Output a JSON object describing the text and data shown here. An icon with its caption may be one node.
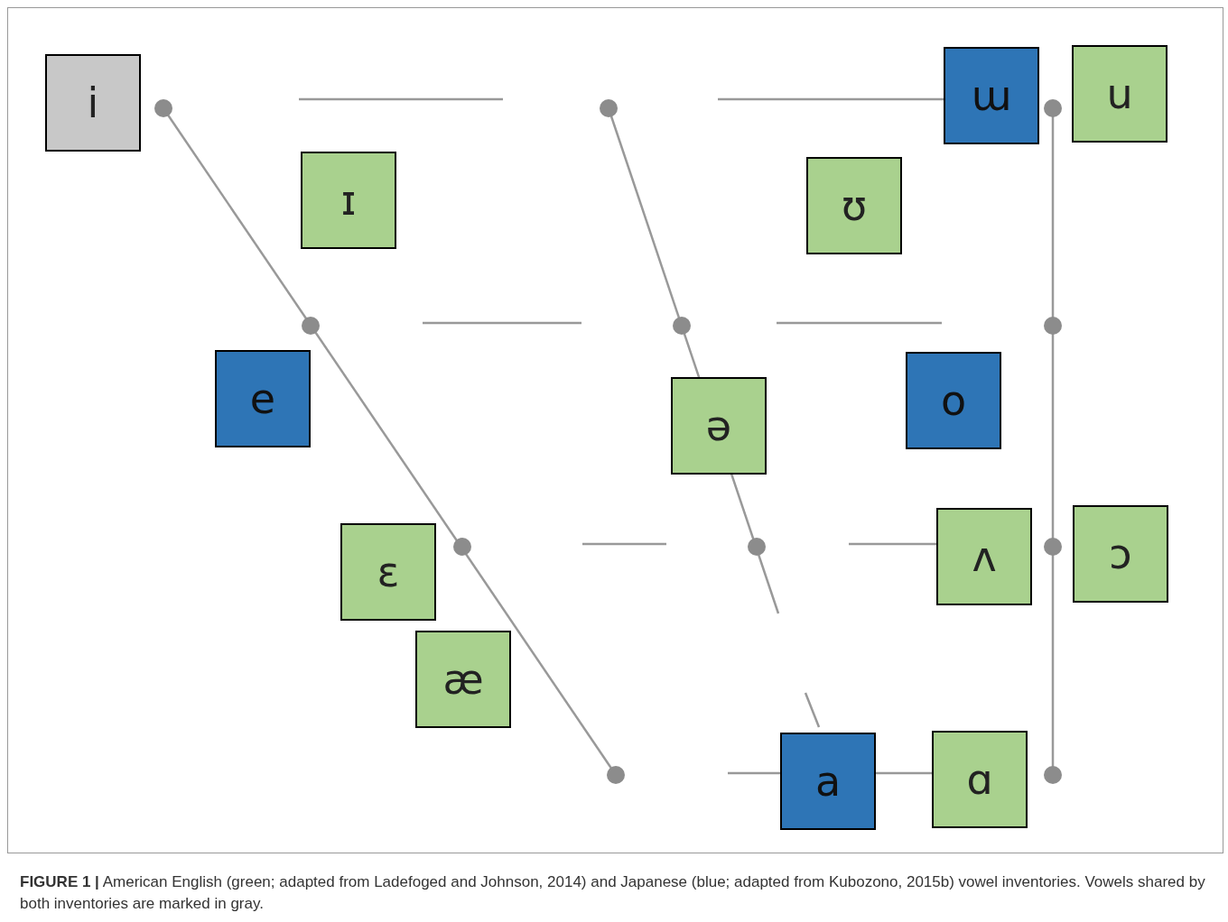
{
  "diagram": {
    "caption": "**FIGURE 1 |** American English (green; adapted from Ladefoged and Johnson, 2014) and Japanese (blue; adapted from Kubozono, 2015b) vowel inventories. Vowels shared by both inventories are marked in gray.",
    "nodes": [
      {
        "text": [
          "i"
        ]
      },
      {
        "text": [
          "ɪ"
        ]
      },
      {
        "text": [
          "ʊ"
        ]
      },
      {
        "text": [
          "ɯ"
        ]
      },
      {
        "text": [
          "u"
        ]
      },
      {
        "text": [
          "e"
        ]
      },
      {
        "text": [
          "ə"
        ]
      },
      {
        "text": [
          "o"
        ]
      },
      {
        "text": [
          "ɛ"
        ]
      },
      {
        "text": [
          "ʌ"
        ]
      },
      {
        "text": [
          "ɔ"
        ]
      },
      {
        "text": [
          "æ"
        ]
      },
      {
        "text": [
          "a"
        ]
      },
      {
        "text": [
          "ɑ"
        ]
      }
    ]
  }
}
